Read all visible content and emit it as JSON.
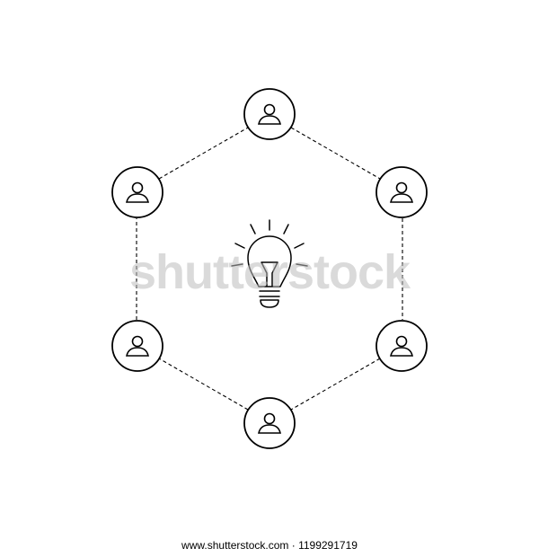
{
  "diagram": {
    "center_icon": "lightbulb-icon",
    "node_icon": "user-icon",
    "node_count": 6,
    "connector_style": "dashed",
    "stroke_color": "#000000",
    "background_color": "#ffffff"
  },
  "watermark": {
    "text": "shutterstock",
    "color": "#bdbdbd"
  },
  "footer": {
    "credit": "www.shutterstock.com · 1199291719"
  }
}
